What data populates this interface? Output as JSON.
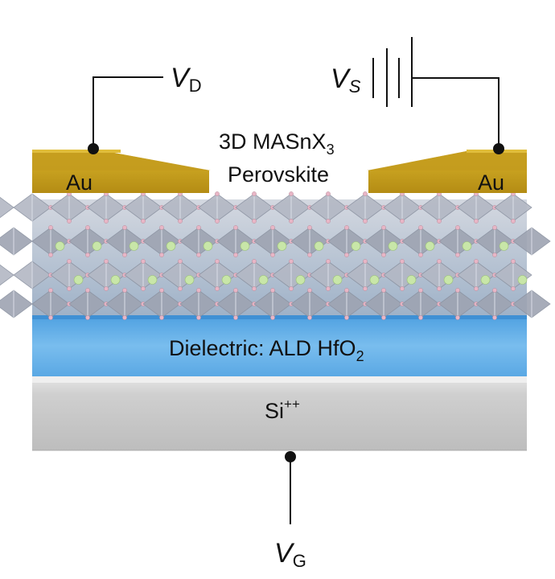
{
  "labels": {
    "drain_v": "V",
    "drain_sub": "D",
    "source_v": "V",
    "source_sub": "S",
    "gate_v": "V",
    "gate_sub": "G",
    "material_line1": "3D MASnX",
    "material_sub": "3",
    "material_line2": "Perovskite",
    "au_left": "Au",
    "au_right": "Au",
    "dielectric_main": "Dielectric: ALD HfO",
    "dielectric_sub": "2",
    "substrate_main": "Si",
    "substrate_sup": "++"
  },
  "colors": {
    "gold": "#c9a21a",
    "dielectric": "#6ab3ea",
    "substrate": "#c9c9c9",
    "octahedra": "#a9adb8",
    "atoms_pink": "#e8b6c6",
    "atoms_green": "#c8e6a8",
    "wire": "#111111"
  }
}
